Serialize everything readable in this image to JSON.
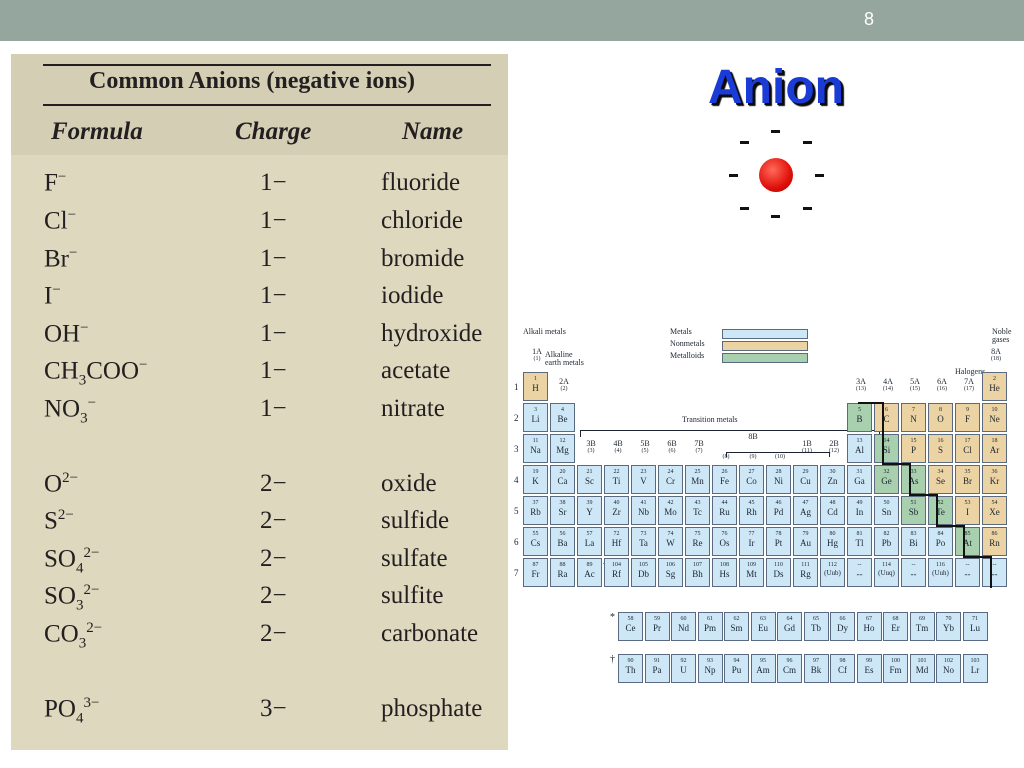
{
  "slide": {
    "number": "8"
  },
  "anion_table": {
    "title": "Common Anions (negative ions)",
    "headers": {
      "formula": "Formula",
      "charge": "Charge",
      "name": "Name"
    },
    "rows": [
      {
        "formula_base": "F",
        "sub": "",
        "sup": "−",
        "charge": "1−",
        "name": "fluoride"
      },
      {
        "formula_base": "Cl",
        "sub": "",
        "sup": "−",
        "charge": "1−",
        "name": "chloride"
      },
      {
        "formula_base": "Br",
        "sub": "",
        "sup": "−",
        "charge": "1−",
        "name": "bromide"
      },
      {
        "formula_base": "I",
        "sub": "",
        "sup": "−",
        "charge": "1−",
        "name": "iodide"
      },
      {
        "formula_base": "OH",
        "sub": "",
        "sup": "−",
        "charge": "1−",
        "name": "hydroxide"
      },
      {
        "formula_base": "CH",
        "sub": "3",
        "tail": "COO",
        "sup": "−",
        "charge": "1−",
        "name": "acetate"
      },
      {
        "formula_base": "NO",
        "sub": "3",
        "sup": "−",
        "charge": "1−",
        "name": "nitrate"
      },
      {
        "formula_base": "O",
        "sub": "",
        "sup": "2−",
        "charge": "2−",
        "name": "oxide"
      },
      {
        "formula_base": "S",
        "sub": "",
        "sup": "2−",
        "charge": "2−",
        "name": "sulfide"
      },
      {
        "formula_base": "SO",
        "sub": "4",
        "sup": "2−",
        "charge": "2−",
        "name": "sulfate"
      },
      {
        "formula_base": "SO",
        "sub": "3",
        "sup": "2−",
        "charge": "2−",
        "name": "sulfite"
      },
      {
        "formula_base": "CO",
        "sub": "3",
        "sup": "2−",
        "charge": "2−",
        "name": "carbonate"
      },
      {
        "formula_base": "PO",
        "sub": "4",
        "sup": "3−",
        "charge": "3−",
        "name": "phosphate"
      }
    ]
  },
  "anion_graphic": {
    "word": "Anion",
    "dash": "-",
    "dot_color": "#e0100a",
    "word_color": "#1a3bd6"
  },
  "periodic_table": {
    "legend": [
      {
        "label": "Metals",
        "color": "#cde7f7"
      },
      {
        "label": "Nonmetals",
        "color": "#ecd3a3"
      },
      {
        "label": "Metalloids",
        "color": "#a8cfae"
      }
    ],
    "labels": {
      "alkali": "Alkali metals",
      "alkaline": "Alkaline earth metals",
      "transition": "Transition metals",
      "halogens": "Halogens",
      "noble": "Noble gases",
      "star": "*",
      "dagger": "†"
    },
    "group_labels": [
      {
        "top": "1A",
        "bottom": "(1)"
      },
      {
        "top": "2A",
        "bottom": "(2)"
      },
      {
        "top": "3B",
        "bottom": "(3)"
      },
      {
        "top": "4B",
        "bottom": "(4)"
      },
      {
        "top": "5B",
        "bottom": "(5)"
      },
      {
        "top": "6B",
        "bottom": "(6)"
      },
      {
        "top": "7B",
        "bottom": "(7)"
      },
      {
        "top": "8B",
        "bottom": ""
      },
      {
        "top": "",
        "bottom": "(8)"
      },
      {
        "top": "",
        "bottom": "(9)"
      },
      {
        "top": "",
        "bottom": "(10)"
      },
      {
        "top": "1B",
        "bottom": "(11)"
      },
      {
        "top": "2B",
        "bottom": "(12)"
      },
      {
        "top": "3A",
        "bottom": "(13)"
      },
      {
        "top": "4A",
        "bottom": "(14)"
      },
      {
        "top": "5A",
        "bottom": "(15)"
      },
      {
        "top": "6A",
        "bottom": "(16)"
      },
      {
        "top": "7A",
        "bottom": "(17)"
      },
      {
        "top": "8A",
        "bottom": "(18)"
      }
    ],
    "periods": [
      "1",
      "2",
      "3",
      "4",
      "5",
      "6",
      "7"
    ],
    "elements": [
      [
        "1",
        "H",
        "n",
        1,
        1
      ],
      [
        "2",
        "He",
        "n",
        18,
        1
      ],
      [
        "3",
        "Li",
        "m",
        1,
        2
      ],
      [
        "4",
        "Be",
        "m",
        2,
        2
      ],
      [
        "5",
        "B",
        "d",
        13,
        2
      ],
      [
        "6",
        "C",
        "n",
        14,
        2
      ],
      [
        "7",
        "N",
        "n",
        15,
        2
      ],
      [
        "8",
        "O",
        "n",
        16,
        2
      ],
      [
        "9",
        "F",
        "n",
        17,
        2
      ],
      [
        "10",
        "Ne",
        "n",
        18,
        2
      ],
      [
        "11",
        "Na",
        "m",
        1,
        3
      ],
      [
        "12",
        "Mg",
        "m",
        2,
        3
      ],
      [
        "13",
        "Al",
        "m",
        13,
        3
      ],
      [
        "14",
        "Si",
        "d",
        14,
        3
      ],
      [
        "15",
        "P",
        "n",
        15,
        3
      ],
      [
        "16",
        "S",
        "n",
        16,
        3
      ],
      [
        "17",
        "Cl",
        "n",
        17,
        3
      ],
      [
        "18",
        "Ar",
        "n",
        18,
        3
      ],
      [
        "19",
        "K",
        "m",
        1,
        4
      ],
      [
        "20",
        "Ca",
        "m",
        2,
        4
      ],
      [
        "21",
        "Sc",
        "m",
        3,
        4
      ],
      [
        "22",
        "Ti",
        "m",
        4,
        4
      ],
      [
        "23",
        "V",
        "m",
        5,
        4
      ],
      [
        "24",
        "Cr",
        "m",
        6,
        4
      ],
      [
        "25",
        "Mn",
        "m",
        7,
        4
      ],
      [
        "26",
        "Fe",
        "m",
        8,
        4
      ],
      [
        "27",
        "Co",
        "m",
        9,
        4
      ],
      [
        "28",
        "Ni",
        "m",
        10,
        4
      ],
      [
        "29",
        "Cu",
        "m",
        11,
        4
      ],
      [
        "30",
        "Zn",
        "m",
        12,
        4
      ],
      [
        "31",
        "Ga",
        "m",
        13,
        4
      ],
      [
        "32",
        "Ge",
        "d",
        14,
        4
      ],
      [
        "33",
        "As",
        "d",
        15,
        4
      ],
      [
        "34",
        "Se",
        "n",
        16,
        4
      ],
      [
        "35",
        "Br",
        "n",
        17,
        4
      ],
      [
        "36",
        "Kr",
        "n",
        18,
        4
      ],
      [
        "37",
        "Rb",
        "m",
        1,
        5
      ],
      [
        "38",
        "Sr",
        "m",
        2,
        5
      ],
      [
        "39",
        "Y",
        "m",
        3,
        5
      ],
      [
        "40",
        "Zr",
        "m",
        4,
        5
      ],
      [
        "41",
        "Nb",
        "m",
        5,
        5
      ],
      [
        "42",
        "Mo",
        "m",
        6,
        5
      ],
      [
        "43",
        "Tc",
        "m",
        7,
        5
      ],
      [
        "44",
        "Ru",
        "m",
        8,
        5
      ],
      [
        "45",
        "Rh",
        "m",
        9,
        5
      ],
      [
        "46",
        "Pd",
        "m",
        10,
        5
      ],
      [
        "47",
        "Ag",
        "m",
        11,
        5
      ],
      [
        "48",
        "Cd",
        "m",
        12,
        5
      ],
      [
        "49",
        "In",
        "m",
        13,
        5
      ],
      [
        "50",
        "Sn",
        "m",
        14,
        5
      ],
      [
        "51",
        "Sb",
        "d",
        15,
        5
      ],
      [
        "52",
        "Te",
        "d",
        16,
        5
      ],
      [
        "53",
        "I",
        "n",
        17,
        5
      ],
      [
        "54",
        "Xe",
        "n",
        18,
        5
      ],
      [
        "55",
        "Cs",
        "m",
        1,
        6
      ],
      [
        "56",
        "Ba",
        "m",
        2,
        6
      ],
      [
        "57",
        "La",
        "m",
        3,
        6
      ],
      [
        "72",
        "Hf",
        "m",
        4,
        6
      ],
      [
        "73",
        "Ta",
        "m",
        5,
        6
      ],
      [
        "74",
        "W",
        "m",
        6,
        6
      ],
      [
        "75",
        "Re",
        "m",
        7,
        6
      ],
      [
        "76",
        "Os",
        "m",
        8,
        6
      ],
      [
        "77",
        "Ir",
        "m",
        9,
        6
      ],
      [
        "78",
        "Pt",
        "m",
        10,
        6
      ],
      [
        "79",
        "Au",
        "m",
        11,
        6
      ],
      [
        "80",
        "Hg",
        "m",
        12,
        6
      ],
      [
        "81",
        "Tl",
        "m",
        13,
        6
      ],
      [
        "82",
        "Pb",
        "m",
        14,
        6
      ],
      [
        "83",
        "Bi",
        "m",
        15,
        6
      ],
      [
        "84",
        "Po",
        "m",
        16,
        6
      ],
      [
        "85",
        "At",
        "d",
        17,
        6
      ],
      [
        "86",
        "Rn",
        "n",
        18,
        6
      ],
      [
        "87",
        "Fr",
        "m",
        1,
        7
      ],
      [
        "88",
        "Ra",
        "m",
        2,
        7
      ],
      [
        "89",
        "Ac",
        "m",
        3,
        7
      ],
      [
        "104",
        "Rf",
        "m",
        4,
        7
      ],
      [
        "105",
        "Db",
        "m",
        5,
        7
      ],
      [
        "106",
        "Sg",
        "m",
        6,
        7
      ],
      [
        "107",
        "Bh",
        "m",
        7,
        7
      ],
      [
        "108",
        "Hs",
        "m",
        8,
        7
      ],
      [
        "109",
        "Mt",
        "m",
        9,
        7
      ],
      [
        "110",
        "Ds",
        "m",
        10,
        7
      ],
      [
        "111",
        "Rg",
        "m",
        11,
        7
      ],
      [
        "112",
        "(Uub)",
        "m",
        12,
        7
      ],
      [
        "--",
        "--",
        "m",
        13,
        7
      ],
      [
        "114",
        "(Uuq)",
        "m",
        14,
        7
      ],
      [
        "--",
        "--",
        "m",
        15,
        7
      ],
      [
        "116",
        "(Uuh)",
        "m",
        16,
        7
      ],
      [
        "--",
        "--",
        "m",
        17,
        7
      ],
      [
        "--",
        "--",
        "m",
        18,
        7
      ]
    ],
    "lanthanides": [
      [
        "58",
        "Ce"
      ],
      [
        "59",
        "Pr"
      ],
      [
        "60",
        "Nd"
      ],
      [
        "61",
        "Pm"
      ],
      [
        "62",
        "Sm"
      ],
      [
        "63",
        "Eu"
      ],
      [
        "64",
        "Gd"
      ],
      [
        "65",
        "Tb"
      ],
      [
        "66",
        "Dy"
      ],
      [
        "67",
        "Ho"
      ],
      [
        "68",
        "Er"
      ],
      [
        "69",
        "Tm"
      ],
      [
        "70",
        "Yb"
      ],
      [
        "71",
        "Lu"
      ]
    ],
    "actinides": [
      [
        "90",
        "Th"
      ],
      [
        "91",
        "Pa"
      ],
      [
        "92",
        "U"
      ],
      [
        "93",
        "Np"
      ],
      [
        "94",
        "Pu"
      ],
      [
        "95",
        "Am"
      ],
      [
        "96",
        "Cm"
      ],
      [
        "97",
        "Bk"
      ],
      [
        "98",
        "Cf"
      ],
      [
        "99",
        "Es"
      ],
      [
        "100",
        "Fm"
      ],
      [
        "101",
        "Md"
      ],
      [
        "102",
        "No"
      ],
      [
        "103",
        "Lr"
      ]
    ]
  }
}
